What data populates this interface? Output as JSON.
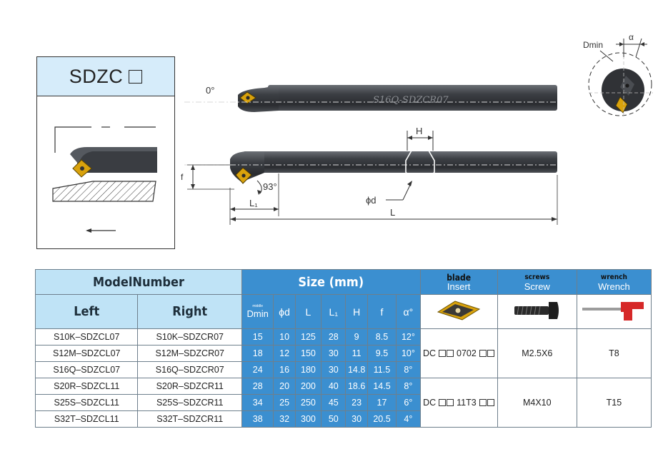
{
  "model_box": {
    "title": "SDZC"
  },
  "drawing": {
    "angle_zero": "0°",
    "angle_93": "93°",
    "shank_marking": "S16Q-SDZCR07",
    "dim_H": "H",
    "dim_f": "f",
    "dim_d": "ϕd",
    "dim_L1": "L₁",
    "dim_L": "L",
    "dim_Dmin": "Dmin",
    "dim_alpha": "α"
  },
  "table": {
    "model_number": "ModelNumber",
    "size": "Size (mm)",
    "left": "Left",
    "right": "Right",
    "blade_top": "blade",
    "blade_bottom": "Insert",
    "screws_top": "screws",
    "screws_bottom": "Screw",
    "wrench_top": "wrench",
    "wrench_bottom": "Wrench",
    "col_dmin_small": "middle",
    "col_dmin": "Dmin",
    "col_d": "ϕd",
    "col_L": "L",
    "col_L1": "L₁",
    "col_H": "H",
    "col_f": "f",
    "col_alpha": "α°",
    "rows": [
      {
        "left": "S10K–SDZCL07",
        "right": "S10K–SDZCR07",
        "dmin": "15",
        "d": "10",
        "L": "125",
        "L1": "28",
        "H": "9",
        "f": "8.5",
        "a": "12°"
      },
      {
        "left": "S12M–SDZCL07",
        "right": "S12M–SDZCR07",
        "dmin": "18",
        "d": "12",
        "L": "150",
        "L1": "30",
        "H": "11",
        "f": "9.5",
        "a": "10°"
      },
      {
        "left": "S16Q–SDZCL07",
        "right": "S16Q–SDZCR07",
        "dmin": "24",
        "d": "16",
        "L": "180",
        "L1": "30",
        "H": "14.8",
        "f": "11.5",
        "a": "8°"
      },
      {
        "left": "S20R–SDZCL11",
        "right": "S20R–SDZCR11",
        "dmin": "28",
        "d": "20",
        "L": "200",
        "L1": "40",
        "H": "18.6",
        "f": "14.5",
        "a": "8°"
      },
      {
        "left": "S25S–SDZCL11",
        "right": "S25S–SDZCR11",
        "dmin": "34",
        "d": "25",
        "L": "250",
        "L1": "45",
        "H": "23",
        "f": "17",
        "a": "6°"
      },
      {
        "left": "S32T–SDZCL11",
        "right": "S32T–SDZCR11",
        "dmin": "38",
        "d": "32",
        "L": "300",
        "L1": "50",
        "H": "30",
        "f": "20.5",
        "a": "4°"
      }
    ],
    "group1": {
      "insert_prefix": "DC",
      "insert_code": "0702",
      "screw": "M2.5X6",
      "wrench": "T8"
    },
    "group2": {
      "insert_prefix": "DC",
      "insert_code": "11T3",
      "screw": "M4X10",
      "wrench": "T15"
    }
  }
}
